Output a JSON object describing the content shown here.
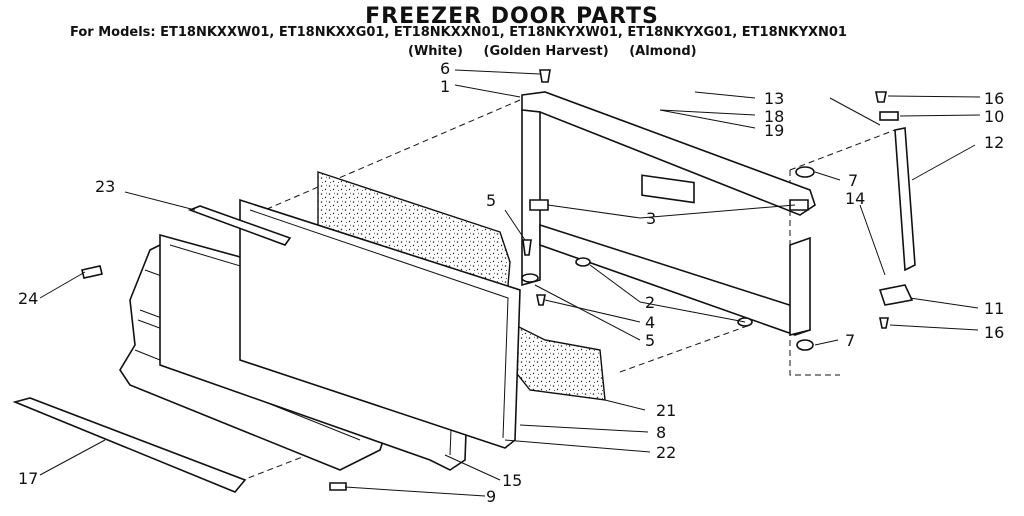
{
  "header": {
    "title": "FREEZER DOOR PARTS",
    "models": "For Models: ET18NKXXW01, ET18NKXXG01, ET18NKXXN01, ET18NKYXW01, ET18NKYXG01, ET18NKYXN01",
    "colors": [
      "(White)",
      "(Golden Harvest)",
      "(Almond)"
    ]
  },
  "callouts": [
    "1",
    "2",
    "3",
    "4",
    "5",
    "5",
    "6",
    "7",
    "7",
    "8",
    "9",
    "10",
    "11",
    "12",
    "13",
    "14",
    "15",
    "16",
    "16",
    "17",
    "18",
    "19",
    "21",
    "22",
    "23",
    "24"
  ]
}
